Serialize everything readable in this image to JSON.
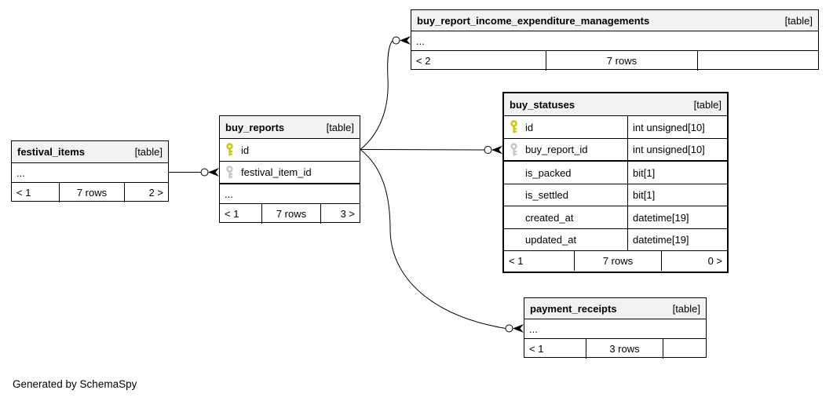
{
  "generated_by": "Generated by SchemaSpy",
  "colors": {
    "primary_key_icon": "#c9c900",
    "foreign_key_icon": "#c6c6c6",
    "header_background": "#f2f2f2",
    "border": "#000000"
  },
  "tables": {
    "birem": {
      "name": "buy_report_income_expenditure_managements",
      "type_tag": "[table]",
      "columns": [
        {
          "name": "..."
        }
      ],
      "footer": {
        "parents": "< 2",
        "rows": "7 rows",
        "children": ""
      }
    },
    "buy_reports": {
      "name": "buy_reports",
      "type_tag": "[table]",
      "columns": [
        {
          "name": "id",
          "key": "primary"
        },
        {
          "name": "festival_item_id",
          "key": "foreign"
        },
        {
          "name": "..."
        }
      ],
      "footer": {
        "parents": "< 1",
        "rows": "7 rows",
        "children": "3 >"
      }
    },
    "festival_items": {
      "name": "festival_items",
      "type_tag": "[table]",
      "columns": [
        {
          "name": "..."
        }
      ],
      "footer": {
        "parents": "< 1",
        "rows": "7 rows",
        "children": "2 >"
      }
    },
    "buy_statuses": {
      "name": "buy_statuses",
      "type_tag": "[table]",
      "columns": [
        {
          "name": "id",
          "key": "primary",
          "type": "int unsigned[10]"
        },
        {
          "name": "buy_report_id",
          "key": "foreign",
          "type": "int unsigned[10]"
        },
        {
          "name": "is_packed",
          "key": "",
          "type": "bit[1]"
        },
        {
          "name": "is_settled",
          "key": "",
          "type": "bit[1]"
        },
        {
          "name": "created_at",
          "key": "",
          "type": "datetime[19]"
        },
        {
          "name": "updated_at",
          "key": "",
          "type": "datetime[19]"
        }
      ],
      "footer": {
        "parents": "< 1",
        "rows": "7 rows",
        "children": "0 >"
      }
    },
    "payment_receipts": {
      "name": "payment_receipts",
      "type_tag": "[table]",
      "columns": [
        {
          "name": "..."
        }
      ],
      "footer": {
        "parents": "< 1",
        "rows": "3 rows",
        "children": ""
      }
    }
  }
}
